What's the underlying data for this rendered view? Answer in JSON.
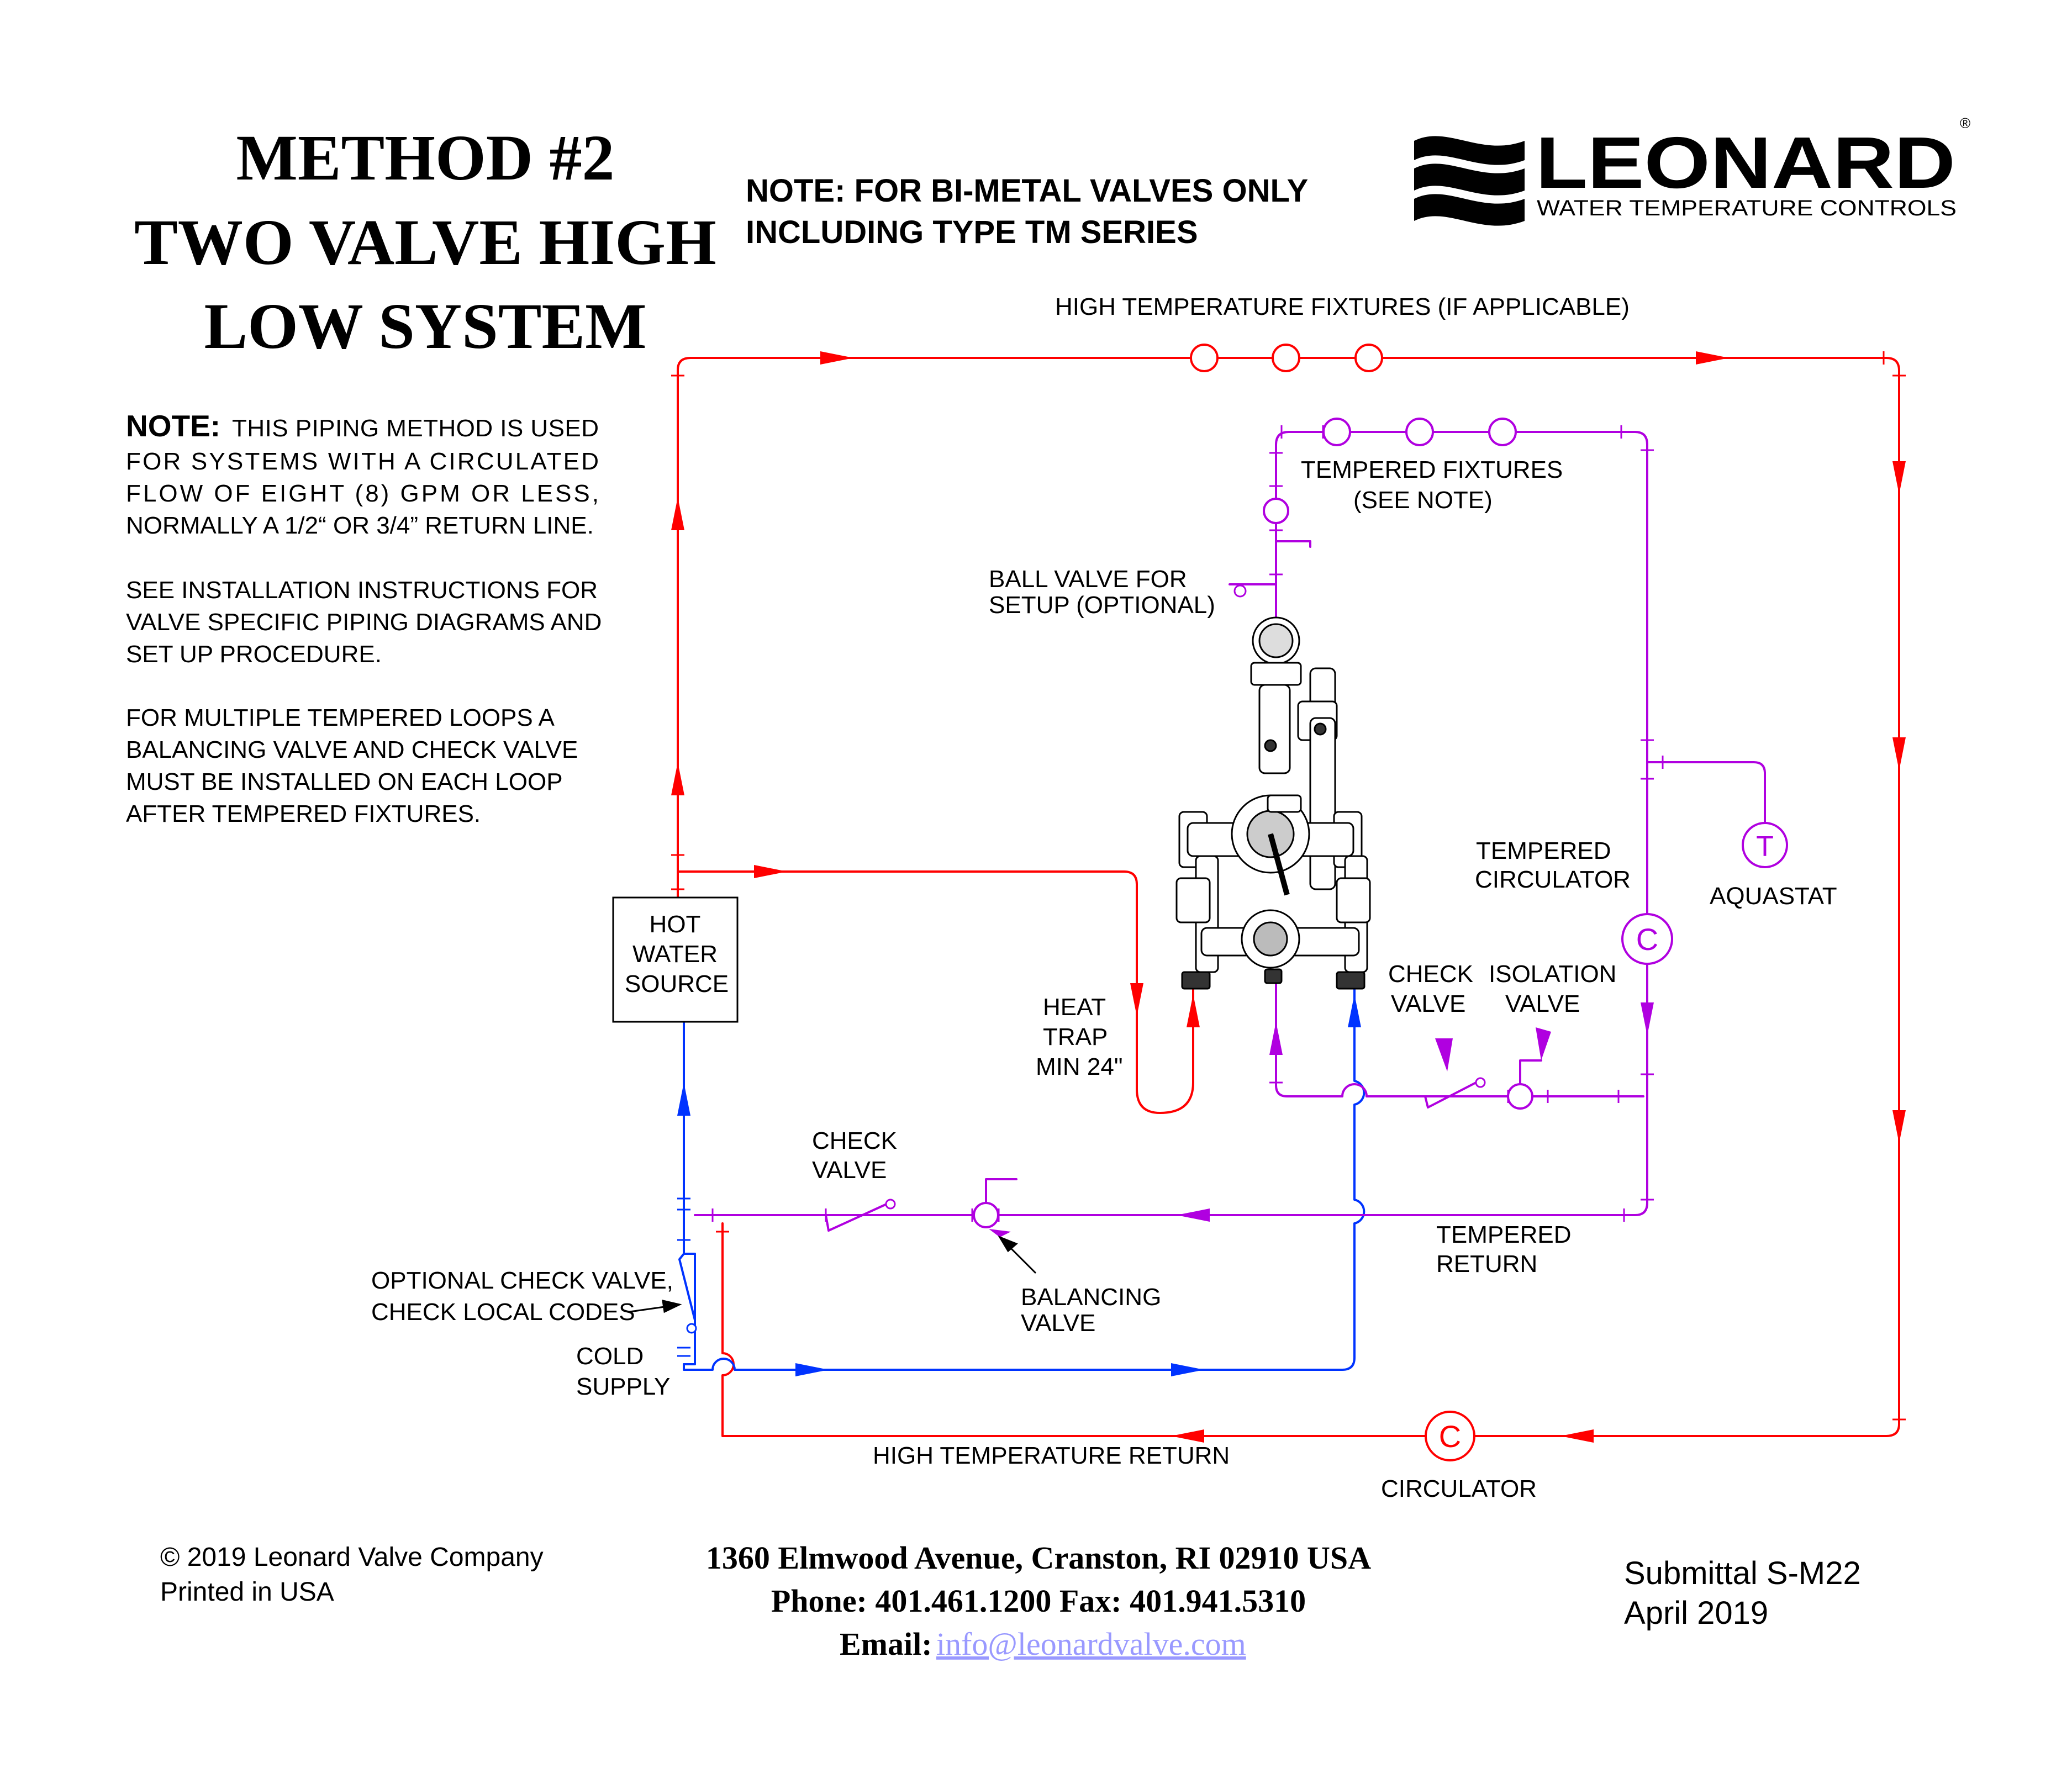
{
  "title": {
    "line1": "METHOD #2",
    "line2": "TWO VALVE HIGH",
    "line3": "LOW SYSTEM"
  },
  "top_note": {
    "line1": "NOTE: FOR BI-METAL VALVES ONLY",
    "line2": "INCLUDING TYPE TM SERIES"
  },
  "logo": {
    "brand": "LEONARD",
    "tagline": "WATER TEMPERATURE CONTROLS",
    "registered": "®"
  },
  "side_note": {
    "lead": "NOTE:",
    "p1": [
      "THIS PIPING METHOD IS USED",
      "FOR  SYSTEMS WITH A CIRCULATED",
      "FLOW OF  EIGHT (8) GPM OR LESS,",
      "NORMALLY A 1/2“ OR 3/4” RETURN LINE."
    ],
    "p2": [
      "SEE INSTALLATION INSTRUCTIONS FOR",
      "VALVE SPECIFIC PIPING DIAGRAMS AND",
      "SET UP PROCEDURE."
    ],
    "p3": [
      "FOR MULTIPLE TEMPERED LOOPS A",
      "BALANCING VALVE AND CHECK VALVE",
      "MUST BE INSTALLED ON EACH LOOP",
      "AFTER TEMPERED FIXTURES."
    ]
  },
  "labels": {
    "high_temp_fixtures": "HIGH TEMPERATURE FIXTURES (IF APPLICABLE)",
    "tempered_fixtures": [
      "TEMPERED FIXTURES",
      "(SEE NOTE)"
    ],
    "ball_valve": [
      "BALL VALVE FOR",
      "SETUP (OPTIONAL)"
    ],
    "tempered_circulator": [
      "TEMPERED",
      "CIRCULATOR"
    ],
    "aquastat": "AQUASTAT",
    "hot_water_source": [
      "HOT",
      "WATER",
      "SOURCE"
    ],
    "heat_trap": [
      "HEAT",
      "TRAP",
      "MIN 24\""
    ],
    "check_valve_upper": [
      "CHECK",
      "VALVE"
    ],
    "isolation_valve": [
      "ISOLATION",
      "VALVE"
    ],
    "check_valve_lower": [
      "CHECK",
      "VALVE"
    ],
    "tempered_return": [
      "TEMPERED",
      "RETURN"
    ],
    "optional_check": [
      "OPTIONAL CHECK VALVE,",
      "CHECK LOCAL CODES"
    ],
    "balancing_valve": [
      "BALANCING",
      "VALVE"
    ],
    "cold_supply": [
      "COLD",
      "SUPPLY"
    ],
    "high_temp_return": "HIGH TEMPERATURE RETURN",
    "circulator": "CIRCULATOR",
    "circulator_symbol": "C",
    "aquastat_symbol": "T"
  },
  "footer": {
    "copyright": "© 2019 Leonard Valve Company",
    "printed": "Printed in USA",
    "address": "1360 Elmwood Avenue, Cranston, RI 02910 USA",
    "phone": "Phone: 401.461.1200 Fax: 401.941.5310",
    "email_label": "Email:",
    "email": "info@leonardvalve.com",
    "submittal": "Submittal S-M22",
    "date": "April 2019"
  },
  "colors": {
    "hot": "#ff0000",
    "cold": "#0033ff",
    "tempered": "#b000e0",
    "link": "#9999ff"
  }
}
